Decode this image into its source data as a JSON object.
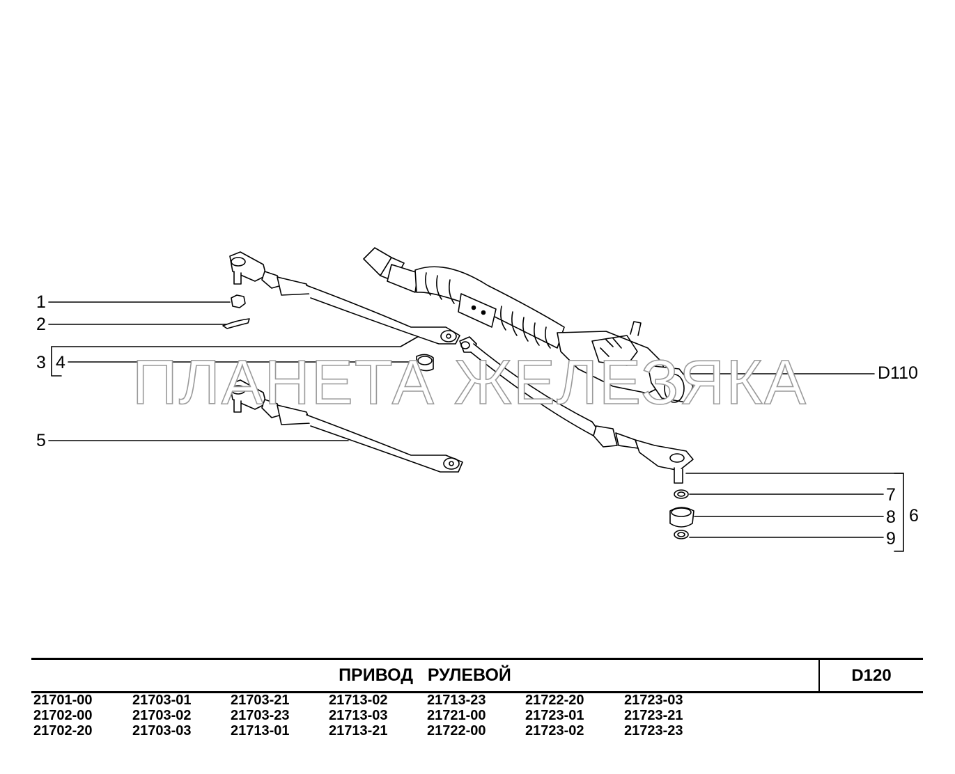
{
  "watermark": "ПЛАНЕТА ЖЕЛЕЗЯКА",
  "callouts": {
    "c1": "1",
    "c2": "2",
    "c3": "3",
    "c4": "4",
    "c5": "5",
    "c6": "6",
    "c7": "7",
    "c8": "8",
    "c9": "9",
    "ref": "D110"
  },
  "title": "ПРИВОД   РУЛЕВОЙ",
  "code": "D120",
  "models": [
    [
      "21701-00",
      "21702-00",
      "21702-20"
    ],
    [
      "21703-01",
      "21703-02",
      "21703-03"
    ],
    [
      "21703-21",
      "21703-23",
      "21713-01"
    ],
    [
      "21713-02",
      "21713-03",
      "21713-21"
    ],
    [
      "21713-23",
      "21721-00",
      "21722-00"
    ],
    [
      "21722-20",
      "21723-01",
      "21723-02"
    ],
    [
      "21723-03",
      "21723-21",
      "21723-23"
    ]
  ]
}
